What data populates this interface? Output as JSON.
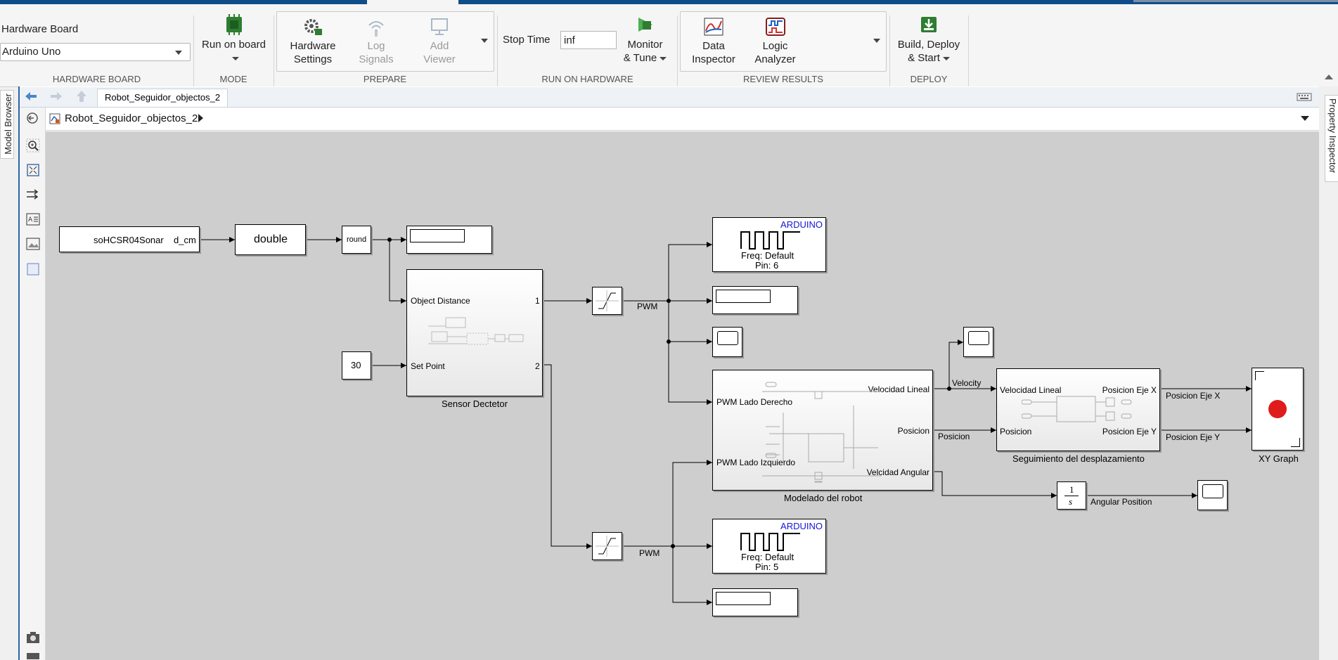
{
  "ribbon": {
    "hardware_board": {
      "label": "Hardware Board",
      "value": "Arduino Uno",
      "section": "HARDWARE BOARD"
    },
    "mode": {
      "run_on_board": "Run on board",
      "section": "MODE"
    },
    "prepare": {
      "hardware_settings_1": "Hardware",
      "hardware_settings_2": "Settings",
      "log_signals_1": "Log",
      "log_signals_2": "Signals",
      "add_viewer_1": "Add",
      "add_viewer_2": "Viewer",
      "section": "PREPARE"
    },
    "run_on_hardware": {
      "stop_time_label": "Stop Time",
      "stop_time_value": "inf",
      "monitor_1": "Monitor",
      "monitor_2": "& Tune",
      "section": "RUN ON HARDWARE"
    },
    "review": {
      "data_inspector_1": "Data",
      "data_inspector_2": "Inspector",
      "logic_analyzer_1": "Logic",
      "logic_analyzer_2": "Analyzer",
      "section": "REVIEW RESULTS"
    },
    "deploy": {
      "build_1": "Build, Deploy",
      "build_2": "& Start",
      "section": "DEPLOY"
    }
  },
  "side_tabs": {
    "model_browser": "Model Browser",
    "property_inspector": "Property Inspector"
  },
  "editor": {
    "tab": "Robot_Seguidor_objectos_2",
    "breadcrumb": "Robot_Seguidor_objectos_2"
  },
  "diagram": {
    "sonar_block": "soHCSR04Sonar",
    "sonar_port": "d_cm",
    "double_block": "double",
    "round_block": "round",
    "constant_value": "30",
    "sensor": {
      "name": "Sensor Dectetor",
      "in1": "Object Distance",
      "in2": "Set Point",
      "out1": "1",
      "out2": "2"
    },
    "pwm_top": {
      "title": "ARDUINO",
      "freq": "Freq: Default",
      "pin": "Pin: 6"
    },
    "pwm_bottom": {
      "title": "ARDUINO",
      "freq": "Freq: Default",
      "pin": "Pin: 5"
    },
    "pwm_label_top": "PWM",
    "pwm_label_bottom": "PWM",
    "robot": {
      "name": "Modelado del robot",
      "in1": "PWM Lado Derecho",
      "in2": "PWM Lado Izquierdo",
      "out1": "Velocidad Lineal",
      "out2": "Posicion",
      "out3": "Velcidad Angular"
    },
    "velocity_label": "Velocity",
    "posicion_label": "Posicion",
    "tracking": {
      "name": "Seguimiento del desplazamiento",
      "in1": "Velocidad Lineal",
      "in2": "Posicion",
      "out1": "Posicion Eje X",
      "out2": "Posicion Eje Y"
    },
    "eje_x_label": "Posicion Eje X",
    "eje_y_label": "Posicion Eje Y",
    "xy_graph": "XY Graph",
    "integrator_num": "1",
    "integrator_den": "s",
    "angular_label": "Angular Position",
    "colors": {
      "arduino_blue": "#1515d6",
      "xy_dot": "#e01b1b"
    }
  }
}
